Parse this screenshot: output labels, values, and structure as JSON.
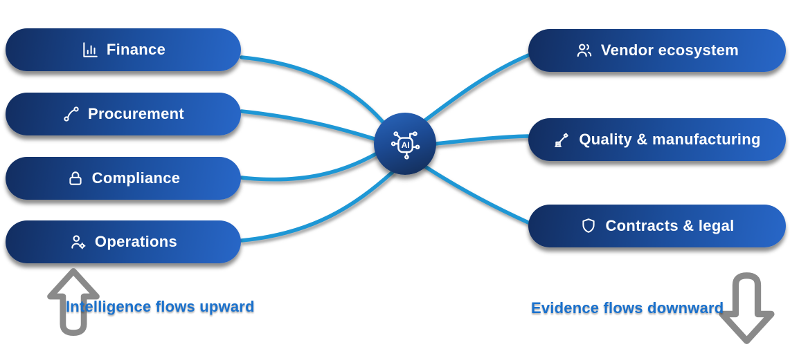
{
  "diagram": {
    "center": {
      "label": "AI",
      "icon": "ai-chip-icon"
    },
    "left_nodes": [
      {
        "label": "Finance",
        "icon": "bar-chart-icon"
      },
      {
        "label": "Procurement",
        "icon": "route-icon"
      },
      {
        "label": "Compliance",
        "icon": "lock-icon"
      },
      {
        "label": "Operations",
        "icon": "user-gear-icon"
      }
    ],
    "right_nodes": [
      {
        "label": "Vendor ecosystem",
        "icon": "users-icon"
      },
      {
        "label": "Quality & manufacturing",
        "icon": "robot-arm-icon"
      },
      {
        "label": "Contracts & legal",
        "icon": "shield-icon"
      }
    ],
    "captions": {
      "left": "Intelligence flows upward",
      "right": "Evidence flows downward"
    },
    "colors": {
      "connector": "#1e97d5",
      "pill_grad_a": "#122d60",
      "pill_grad_b": "#1c4f9e",
      "pill_grad_c": "#2867c8",
      "circle_grad_a": "#2a67bd",
      "circle_grad_b": "#122a52",
      "caption_text": "#1a71cd",
      "arrow_gray": "#8a8a8a",
      "node_text": "#ffffff"
    }
  }
}
